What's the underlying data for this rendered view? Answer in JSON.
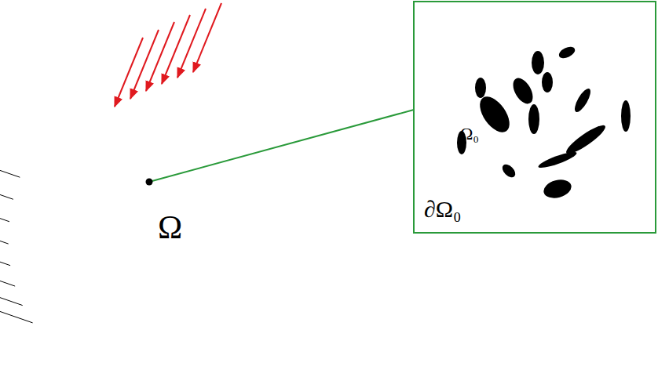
{
  "diagram": {
    "nodes": [
      {
        "text": [
          "Ω"
        ]
      },
      {
        "text": [
          "Ω₀",
          "∂Ω₀"
        ]
      }
    ],
    "edges": [
      {
        "from": 0,
        "to": 1,
        "arrow": "none"
      }
    ]
  }
}
